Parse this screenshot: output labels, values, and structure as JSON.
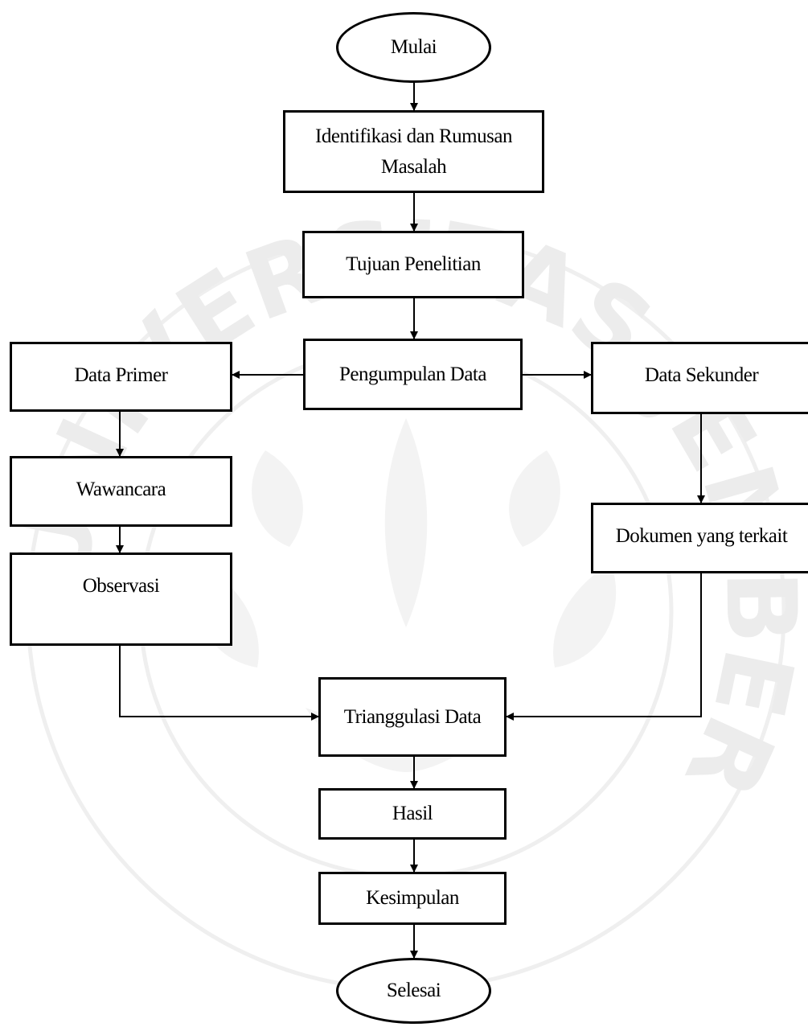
{
  "watermark": {
    "text": "UNIVERSITAS JEMBER",
    "color": "#ececec"
  },
  "flowchart": {
    "start": "Mulai",
    "identification": "Identifikasi dan Rumusan Masalah",
    "objective": "Tujuan Penelitian",
    "collection": "Pengumpulan Data",
    "primary": "Data Primer",
    "interview": "Wawancara",
    "observation": "Observasi",
    "secondary": "Data Sekunder",
    "documents": "Dokumen yang terkait",
    "triangulation": "Trianggulasi Data",
    "result": "Hasil",
    "conclusion": "Kesimpulan",
    "end": "Selesai"
  }
}
